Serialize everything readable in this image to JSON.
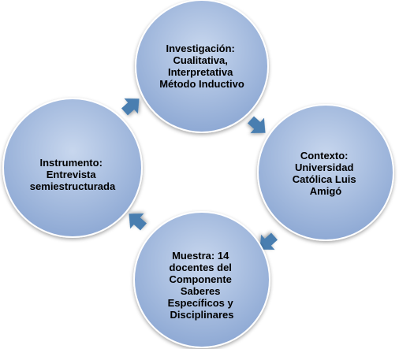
{
  "diagram": {
    "colors": {
      "node_fill": "#8ea9d4",
      "node_fill_light": "#c8d7ee",
      "node_stroke": "#ffffff",
      "arrow_fill": "#4a7eb0"
    },
    "nodes": [
      {
        "id": "investigacion",
        "lines": [
          "Investigación:",
          "Cualitativa,",
          "Interpretativa",
          "Método Inductivo"
        ]
      },
      {
        "id": "contexto",
        "lines": [
          "Contexto:",
          "Universidad",
          "Católica Luis",
          "Amigó"
        ]
      },
      {
        "id": "muestra",
        "lines": [
          "Muestra: 14",
          "docentes del",
          "Componente",
          "Saberes",
          "Específicos y",
          "Disciplinares"
        ]
      },
      {
        "id": "instrumento",
        "lines": [
          "Instrumento:",
          "Entrevista",
          "semiestructurada"
        ]
      }
    ],
    "arrows": [
      {
        "id": "investigacion-to-contexto"
      },
      {
        "id": "contexto-to-muestra"
      },
      {
        "id": "muestra-to-instrumento"
      },
      {
        "id": "instrumento-to-investigacion"
      }
    ]
  }
}
